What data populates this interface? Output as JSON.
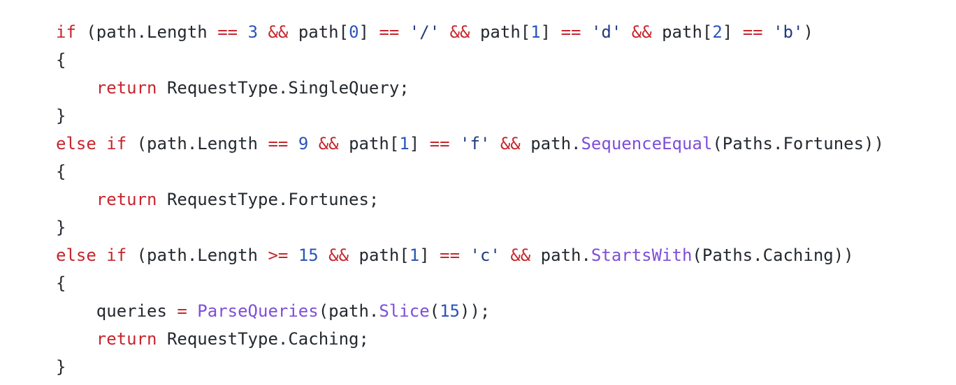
{
  "code": {
    "language": "csharp",
    "colors": {
      "keyword": "#c6262e",
      "operator": "#c6262e",
      "number": "#2a55b8",
      "string": "#1f3b82",
      "method": "#7e4ed9",
      "plain": "#24292f",
      "background": "#ffffff"
    },
    "lines": [
      [
        {
          "t": "if",
          "k": "keyword"
        },
        {
          "t": " (path.Length ",
          "k": "plain"
        },
        {
          "t": "==",
          "k": "operator"
        },
        {
          "t": " ",
          "k": "plain"
        },
        {
          "t": "3",
          "k": "number"
        },
        {
          "t": " ",
          "k": "plain"
        },
        {
          "t": "&&",
          "k": "operator"
        },
        {
          "t": " path[",
          "k": "plain"
        },
        {
          "t": "0",
          "k": "number"
        },
        {
          "t": "] ",
          "k": "plain"
        },
        {
          "t": "==",
          "k": "operator"
        },
        {
          "t": " ",
          "k": "plain"
        },
        {
          "t": "'/'",
          "k": "string"
        },
        {
          "t": " ",
          "k": "plain"
        },
        {
          "t": "&&",
          "k": "operator"
        },
        {
          "t": " path[",
          "k": "plain"
        },
        {
          "t": "1",
          "k": "number"
        },
        {
          "t": "] ",
          "k": "plain"
        },
        {
          "t": "==",
          "k": "operator"
        },
        {
          "t": " ",
          "k": "plain"
        },
        {
          "t": "'d'",
          "k": "string"
        },
        {
          "t": " ",
          "k": "plain"
        },
        {
          "t": "&&",
          "k": "operator"
        },
        {
          "t": " path[",
          "k": "plain"
        },
        {
          "t": "2",
          "k": "number"
        },
        {
          "t": "] ",
          "k": "plain"
        },
        {
          "t": "==",
          "k": "operator"
        },
        {
          "t": " ",
          "k": "plain"
        },
        {
          "t": "'b'",
          "k": "string"
        },
        {
          "t": ")",
          "k": "plain"
        }
      ],
      [
        {
          "t": "{",
          "k": "plain"
        }
      ],
      [
        {
          "t": "    ",
          "k": "plain"
        },
        {
          "t": "return",
          "k": "keyword"
        },
        {
          "t": " RequestType.SingleQuery;",
          "k": "plain"
        }
      ],
      [
        {
          "t": "}",
          "k": "plain"
        }
      ],
      [
        {
          "t": "else",
          "k": "keyword"
        },
        {
          "t": " ",
          "k": "plain"
        },
        {
          "t": "if",
          "k": "keyword"
        },
        {
          "t": " (path.Length ",
          "k": "plain"
        },
        {
          "t": "==",
          "k": "operator"
        },
        {
          "t": " ",
          "k": "plain"
        },
        {
          "t": "9",
          "k": "number"
        },
        {
          "t": " ",
          "k": "plain"
        },
        {
          "t": "&&",
          "k": "operator"
        },
        {
          "t": " path[",
          "k": "plain"
        },
        {
          "t": "1",
          "k": "number"
        },
        {
          "t": "] ",
          "k": "plain"
        },
        {
          "t": "==",
          "k": "operator"
        },
        {
          "t": " ",
          "k": "plain"
        },
        {
          "t": "'f'",
          "k": "string"
        },
        {
          "t": " ",
          "k": "plain"
        },
        {
          "t": "&&",
          "k": "operator"
        },
        {
          "t": " path.",
          "k": "plain"
        },
        {
          "t": "SequenceEqual",
          "k": "method"
        },
        {
          "t": "(Paths.Fortunes))",
          "k": "plain"
        }
      ],
      [
        {
          "t": "{",
          "k": "plain"
        }
      ],
      [
        {
          "t": "    ",
          "k": "plain"
        },
        {
          "t": "return",
          "k": "keyword"
        },
        {
          "t": " RequestType.Fortunes;",
          "k": "plain"
        }
      ],
      [
        {
          "t": "}",
          "k": "plain"
        }
      ],
      [
        {
          "t": "else",
          "k": "keyword"
        },
        {
          "t": " ",
          "k": "plain"
        },
        {
          "t": "if",
          "k": "keyword"
        },
        {
          "t": " (path.Length ",
          "k": "plain"
        },
        {
          "t": ">=",
          "k": "operator"
        },
        {
          "t": " ",
          "k": "plain"
        },
        {
          "t": "15",
          "k": "number"
        },
        {
          "t": " ",
          "k": "plain"
        },
        {
          "t": "&&",
          "k": "operator"
        },
        {
          "t": " path[",
          "k": "plain"
        },
        {
          "t": "1",
          "k": "number"
        },
        {
          "t": "] ",
          "k": "plain"
        },
        {
          "t": "==",
          "k": "operator"
        },
        {
          "t": " ",
          "k": "plain"
        },
        {
          "t": "'c'",
          "k": "string"
        },
        {
          "t": " ",
          "k": "plain"
        },
        {
          "t": "&&",
          "k": "operator"
        },
        {
          "t": " path.",
          "k": "plain"
        },
        {
          "t": "StartsWith",
          "k": "method"
        },
        {
          "t": "(Paths.Caching))",
          "k": "plain"
        }
      ],
      [
        {
          "t": "{",
          "k": "plain"
        }
      ],
      [
        {
          "t": "    queries ",
          "k": "plain"
        },
        {
          "t": "=",
          "k": "operator"
        },
        {
          "t": " ",
          "k": "plain"
        },
        {
          "t": "ParseQueries",
          "k": "method"
        },
        {
          "t": "(path.",
          "k": "plain"
        },
        {
          "t": "Slice",
          "k": "method"
        },
        {
          "t": "(",
          "k": "plain"
        },
        {
          "t": "15",
          "k": "number"
        },
        {
          "t": "));",
          "k": "plain"
        }
      ],
      [
        {
          "t": "    ",
          "k": "plain"
        },
        {
          "t": "return",
          "k": "keyword"
        },
        {
          "t": " RequestType.Caching;",
          "k": "plain"
        }
      ],
      [
        {
          "t": "}",
          "k": "plain"
        }
      ]
    ]
  }
}
